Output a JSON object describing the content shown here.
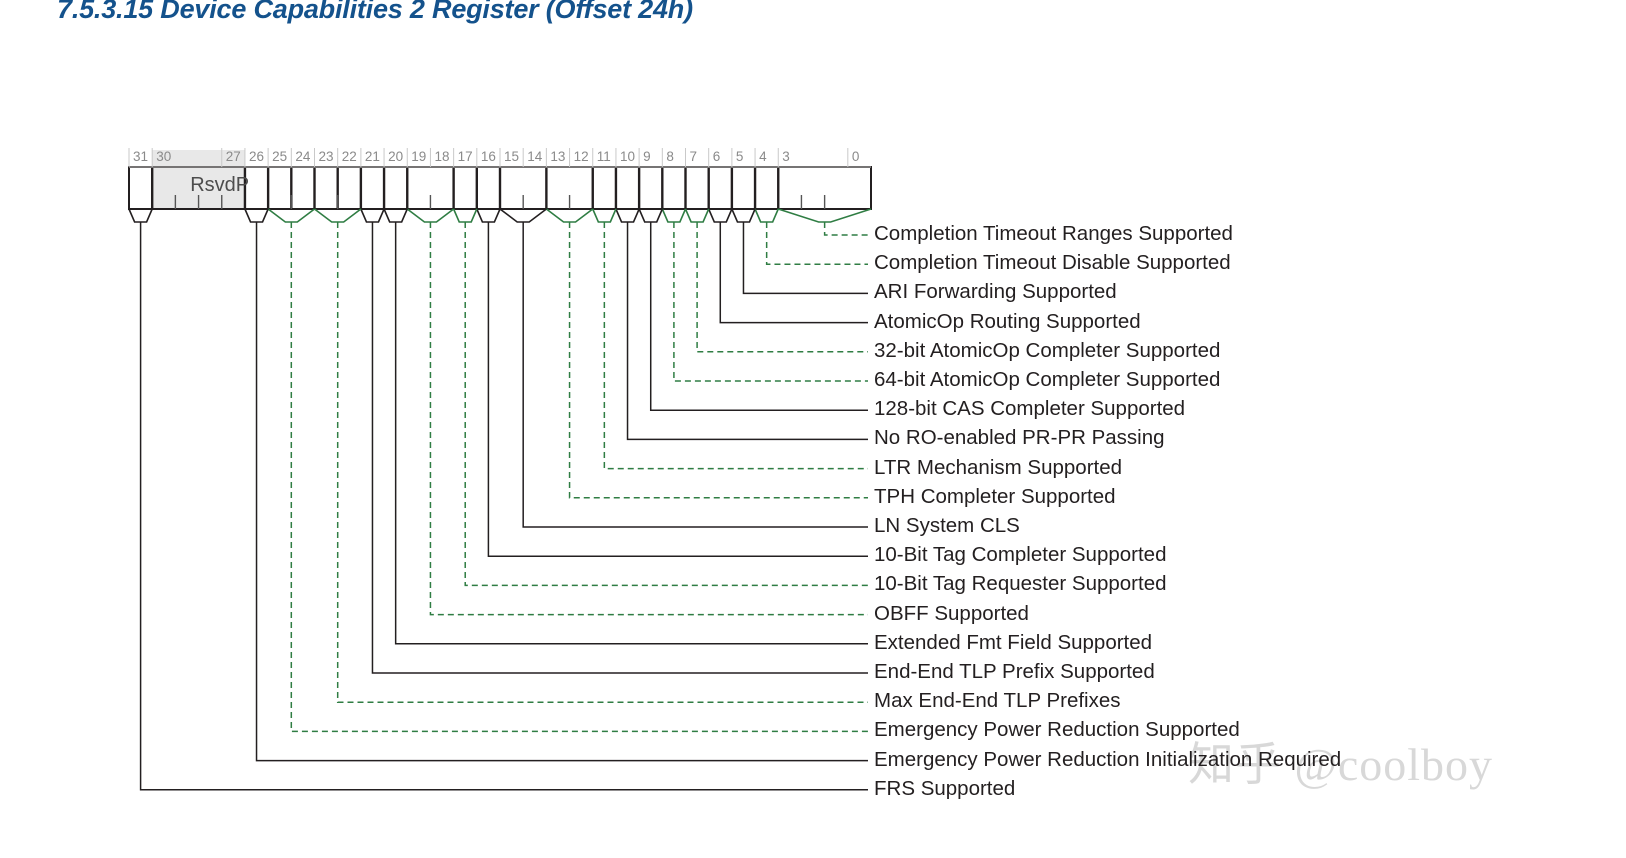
{
  "heading": "7.5.3.15 Device Capabilities 2 Register (Offset 24h)",
  "watermark": "知乎 @coolboy",
  "register": {
    "reserved_field_label": "RsvdP",
    "reserved_field_bits": "30:27",
    "bit_ruler": [
      "31",
      "30",
      "27",
      "26",
      "25",
      "24",
      "23",
      "22",
      "21",
      "20",
      "19",
      "18",
      "17",
      "16",
      "15",
      "14",
      "13",
      "12",
      "11",
      "10",
      "9",
      "8",
      "7",
      "6",
      "5",
      "4",
      "3",
      "0"
    ]
  },
  "colors": {
    "heading": "#14528c",
    "solid_leader": "#231f20",
    "dashed_leader": "#2f7d43",
    "reserved_fill": "#e8e8e8",
    "bit_label": "#8a8a8a",
    "watermark": "#d8d8d8"
  },
  "callouts": [
    {
      "label": "Completion Timeout Ranges Supported",
      "bits": "3:0",
      "style": "dashed"
    },
    {
      "label": "Completion Timeout Disable Supported",
      "bits": "4",
      "style": "dashed"
    },
    {
      "label": "ARI Forwarding Supported",
      "bits": "5",
      "style": "solid"
    },
    {
      "label": "AtomicOp Routing Supported",
      "bits": "6",
      "style": "solid"
    },
    {
      "label": "32-bit AtomicOp Completer Supported",
      "bits": "7",
      "style": "dashed"
    },
    {
      "label": "64-bit AtomicOp Completer Supported",
      "bits": "8",
      "style": "dashed"
    },
    {
      "label": "128-bit CAS Completer Supported",
      "bits": "9",
      "style": "solid"
    },
    {
      "label": "No RO-enabled PR-PR Passing",
      "bits": "10",
      "style": "solid"
    },
    {
      "label": "LTR Mechanism Supported",
      "bits": "11",
      "style": "dashed"
    },
    {
      "label": "TPH Completer Supported",
      "bits": "13:12",
      "style": "dashed"
    },
    {
      "label": "LN System CLS",
      "bits": "15:14",
      "style": "solid"
    },
    {
      "label": "10-Bit Tag Completer Supported",
      "bits": "16",
      "style": "solid"
    },
    {
      "label": "10-Bit Tag Requester Supported",
      "bits": "17",
      "style": "dashed"
    },
    {
      "label": "OBFF Supported",
      "bits": "19:18",
      "style": "dashed"
    },
    {
      "label": "Extended Fmt Field Supported",
      "bits": "20",
      "style": "solid"
    },
    {
      "label": "End-End TLP Prefix Supported",
      "bits": "21",
      "style": "solid"
    },
    {
      "label": "Max End-End TLP Prefixes",
      "bits": "23:22",
      "style": "dashed"
    },
    {
      "label": "Emergency Power Reduction Supported",
      "bits": "25:24",
      "style": "dashed"
    },
    {
      "label": "Emergency Power Reduction Initialization Required",
      "bits": "26",
      "style": "solid"
    },
    {
      "label": "FRS Supported",
      "bits": "31",
      "style": "solid"
    }
  ]
}
